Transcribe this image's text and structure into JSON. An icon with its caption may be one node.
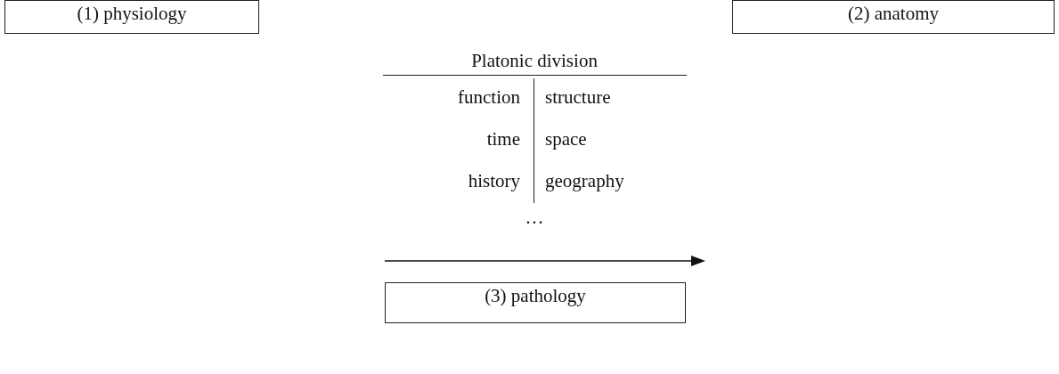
{
  "diagram": {
    "nodes": [
      {
        "text": [
          "(1) physiology"
        ]
      },
      {
        "text": [
          "(2) anatomy"
        ]
      },
      {
        "text": [
          "(3) pathology"
        ]
      }
    ],
    "labels": [
      "Platonic division",
      "function",
      "structure",
      "time",
      "space",
      "history",
      "geography",
      "…"
    ]
  }
}
